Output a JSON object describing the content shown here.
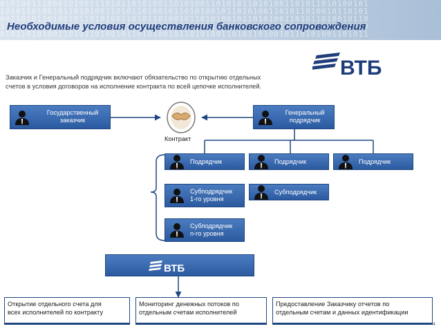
{
  "title": "Необходимые условия осуществления банковского сопровождения",
  "logo_text": "ВТБ",
  "intro_line1": "Заказчик и Генеральный подрядчик включают обязательство по открытию отдельных",
  "intro_line2": "счетов в условия договоров на исполнение контракта по всей цепочке исполнителей.",
  "nodes": {
    "gos_zakazchik_1": "Государственный",
    "gos_zakazchik_2": "заказчик",
    "gen_podr_1": "Генеральный",
    "gen_podr_2": "подрядчик",
    "contract": "Контракт",
    "podr_1": "Подрядчик",
    "podr_2": "Подрядчик",
    "podr_3": "Подрядчик",
    "subpodr1_1": "Субподрядчик",
    "subpodr1_2": "1-го уровня",
    "subpodr_2": "Субподрядчик",
    "subpodrn_1": "Субподрядчик",
    "subpodrn_2": "n-го уровня",
    "bank": "ВТБ"
  },
  "bottom": {
    "b1_1": "Открытие отдельного счета для",
    "b1_2": "всех исполнителей по контракту",
    "b2_1": "Мониторинг денежных потоков по",
    "b2_2": "отдельным счетам исполнителей",
    "b3_1": "Предоставление Заказчику отчетов по",
    "b3_2": "отдельным счетам и данных  идентификации"
  },
  "page_number": "4",
  "colors": {
    "box": "#2b5aa0",
    "title": "#1f3d7a",
    "accent": "#1e4680"
  }
}
